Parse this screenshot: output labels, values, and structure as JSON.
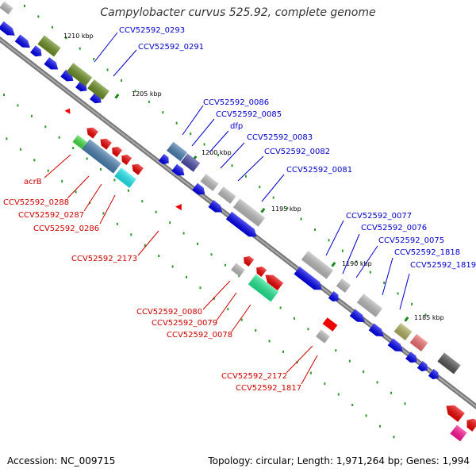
{
  "title": "Campylobacter curvus 525.92, complete genome",
  "footer": {
    "accession": "Accession: NC_009715",
    "summary": "Topology: circular; Length: 1,971,264 bp; Genes: 1,994"
  },
  "ticks": [
    "1210 kbp",
    "1205 kbp",
    "1200 kbp",
    "1195 kbp",
    "1190 kbp",
    "1185 kbp"
  ],
  "labels_blue": [
    "CCV52592_0293",
    "CCV52592_0291",
    "CCV52592_0086",
    "CCV52592_0085",
    "dfp",
    "CCV52592_0083",
    "CCV52592_0082",
    "CCV52592_0081",
    "CCV52592_0077",
    "CCV52592_0076",
    "CCV52592_0075",
    "CCV52592_1818",
    "CCV52592_1819"
  ],
  "labels_red": [
    "acrB",
    "CCV52592_0288",
    "CCV52592_0287",
    "CCV52592_0286",
    "CCV52592_2173",
    "CCV52592_0080",
    "CCV52592_0079",
    "CCV52592_0078",
    "CCV52592_2172",
    "CCV52592_1817"
  ],
  "colors": {
    "forward": "#0000ee",
    "reverse": "#ee0000",
    "olive": "#6b8e23",
    "steel": "#4a7fb0",
    "slate": "#4b4ba8",
    "cyan": "#1ee8f0",
    "aqua_green": "#22e890",
    "khaki": "#b0b060",
    "pink_red": "#f07070",
    "magenta": "#ff1493",
    "light_green": "#44dd44",
    "grey": "#bbbbbb",
    "dark_grey": "#555555",
    "backbone": "#888888"
  }
}
